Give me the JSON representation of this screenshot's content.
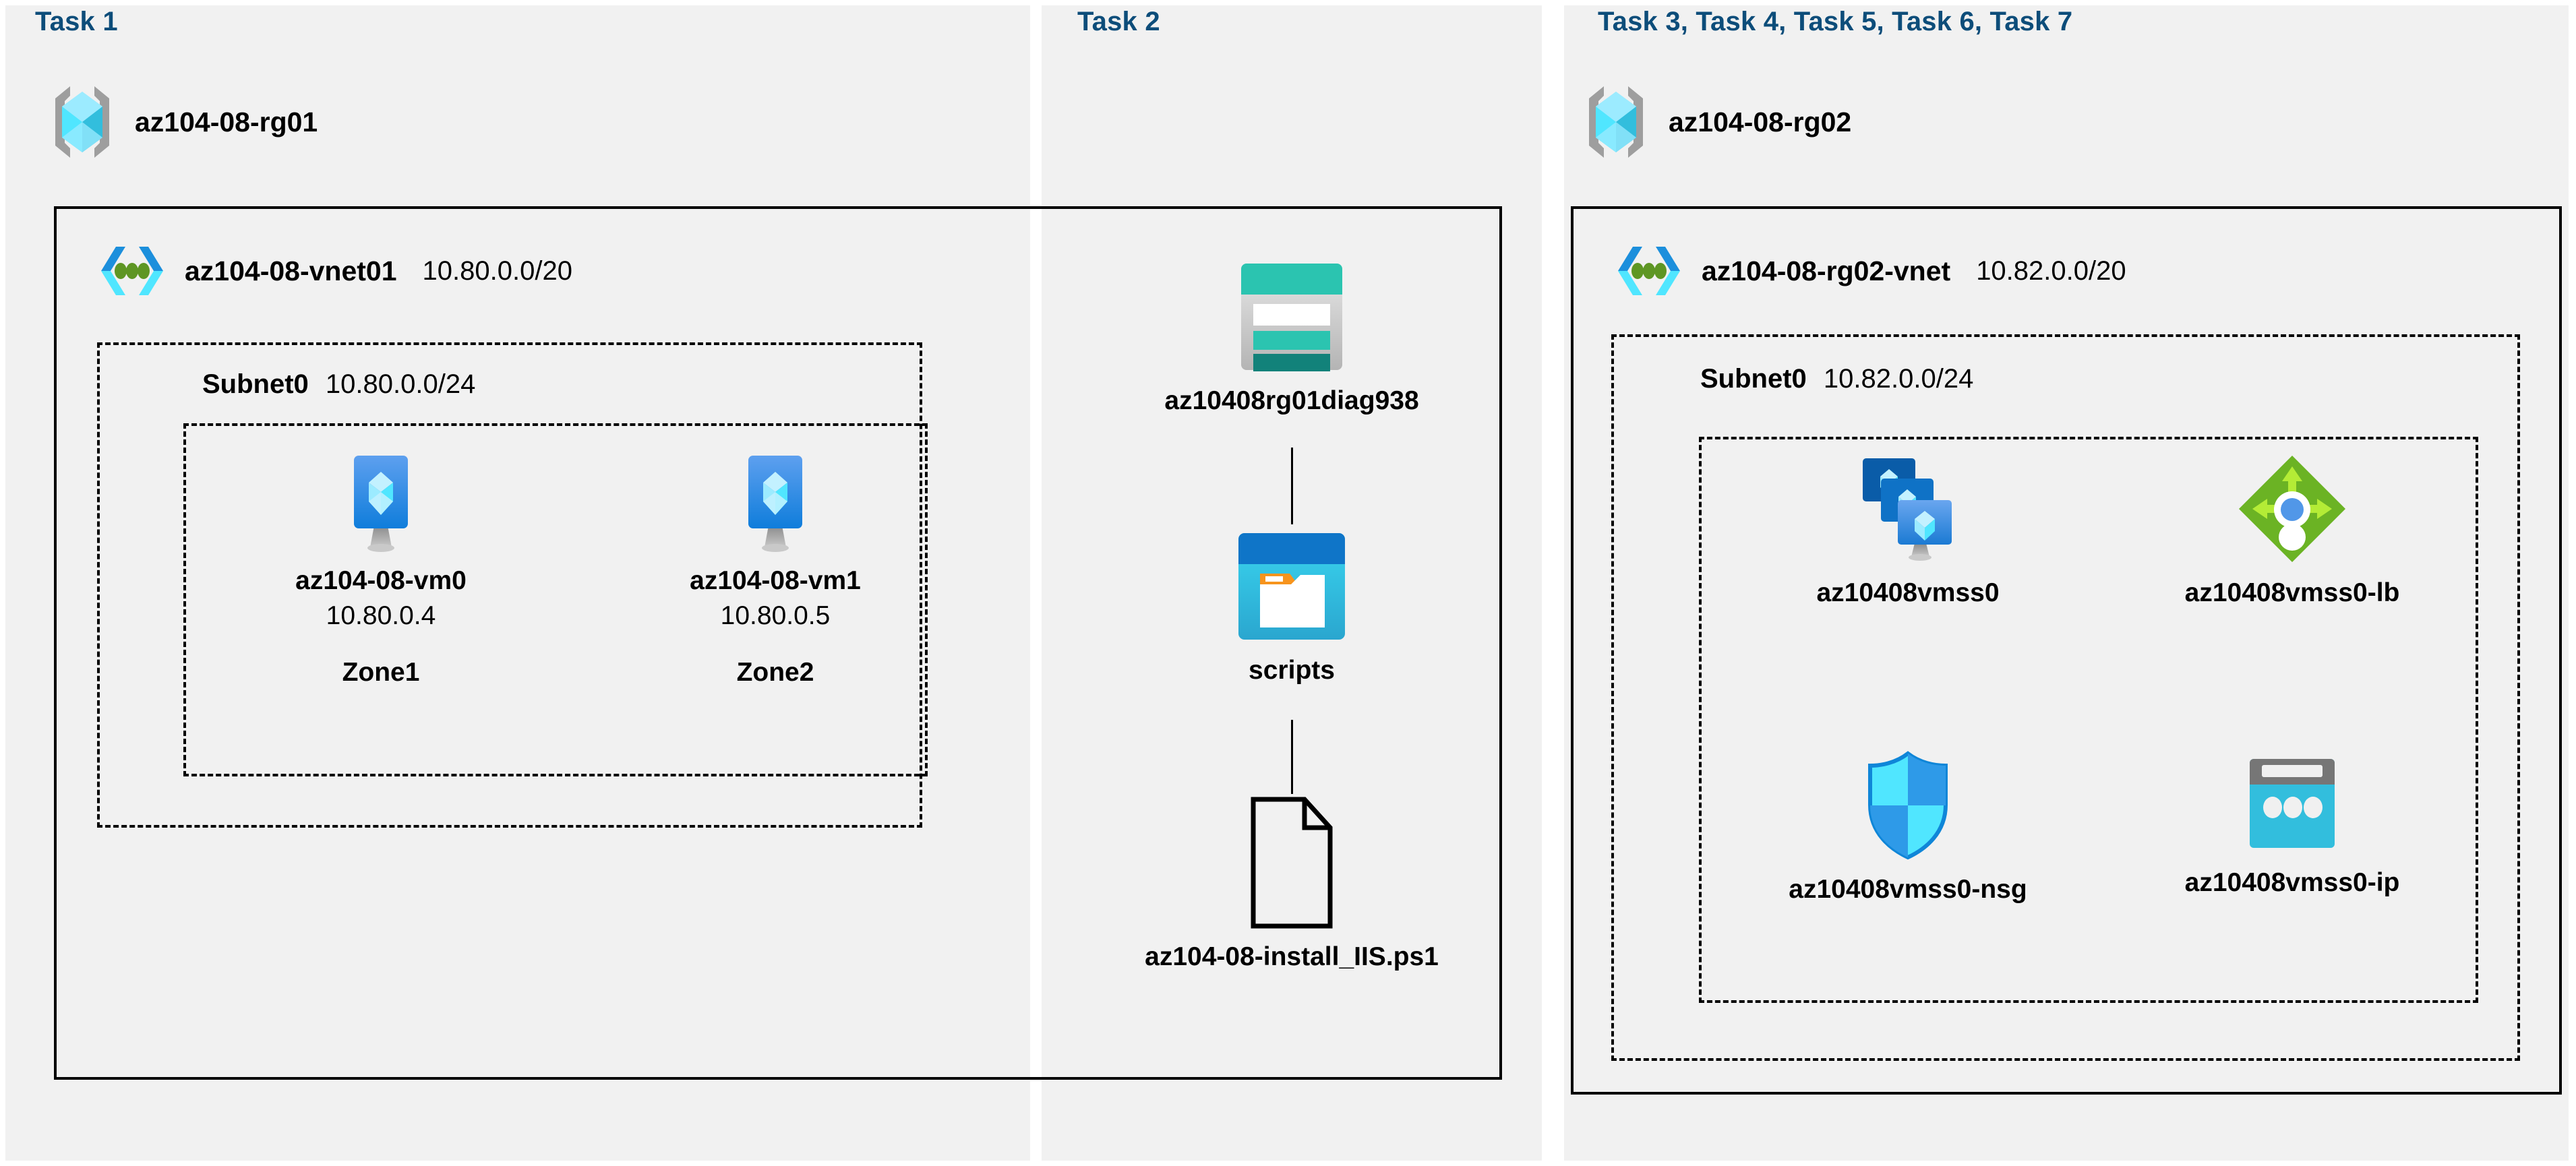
{
  "columns": [
    {
      "title": "Task 1"
    },
    {
      "title": "Task 2"
    },
    {
      "title": "Task 3, Task 4, Task 5, Task 6, Task 7"
    }
  ],
  "colors": {
    "task_title": "#0d4d7a",
    "panel_bg": "#f1f1f1",
    "page_bg": "#ffffff",
    "border": "#000000",
    "vm_blue": "#2f7fe0",
    "vm_blue_dark": "#1b74cf",
    "cube_cyan": "#50e6ff",
    "cube_light": "#9cebff",
    "cube_deep": "#32bedd",
    "rg_bracket_gray": "#9e9e9e",
    "storage_teal": "#2bc4b0",
    "storage_teal_dark": "#12827a",
    "container_blue": "#0078d4",
    "container_cyan": "#32bedd",
    "container_tab_orange": "#f7941d",
    "lb_green": "#6bb324",
    "lb_arrow_green": "#b4ec36",
    "lb_dot_blue": "#5197e8",
    "nsg_cyan": "#50e6ff",
    "nsg_blue": "#2e9ae8",
    "ip_gray": "#767676",
    "vnet_blue": "#1c8fdc",
    "vnet_cyan": "#50e6ff",
    "vnet_dot_green": "#5e9624"
  },
  "task1": {
    "resource_group": {
      "name": "az104-08-rg01",
      "icon": "resource-group-icon"
    },
    "vnet": {
      "name": "az104-08-vnet01",
      "cidr": "10.80.0.0/20",
      "icon": "virtual-network-icon"
    },
    "subnet": {
      "name": "Subnet0",
      "cidr": "10.80.0.0/24"
    },
    "vms": [
      {
        "name": "az104-08-vm0",
        "ip": "10.80.0.4",
        "zone": "Zone1",
        "icon": "virtual-machine-icon"
      },
      {
        "name": "az104-08-vm1",
        "ip": "10.80.0.5",
        "zone": "Zone2",
        "icon": "virtual-machine-icon"
      }
    ]
  },
  "task2": {
    "storage_account": {
      "name": "az10408rg01diag938",
      "icon": "storage-account-icon"
    },
    "container": {
      "name": "scripts",
      "icon": "blob-container-icon"
    },
    "file": {
      "name": "az104-08-install_IIS.ps1",
      "icon": "file-icon"
    }
  },
  "task3": {
    "resource_group": {
      "name": "az104-08-rg02",
      "icon": "resource-group-icon"
    },
    "vnet": {
      "name": "az104-08-rg02-vnet",
      "cidr": "10.82.0.0/20",
      "icon": "virtual-network-icon"
    },
    "subnet": {
      "name": "Subnet0",
      "cidr": "10.82.0.0/24"
    },
    "resources": [
      {
        "name": "az10408vmss0",
        "icon": "vm-scale-set-icon"
      },
      {
        "name": "az10408vmss0-lb",
        "icon": "load-balancer-icon"
      },
      {
        "name": "az10408vmss0-nsg",
        "icon": "network-security-group-icon"
      },
      {
        "name": "az10408vmss0-ip",
        "icon": "public-ip-address-icon"
      }
    ]
  }
}
